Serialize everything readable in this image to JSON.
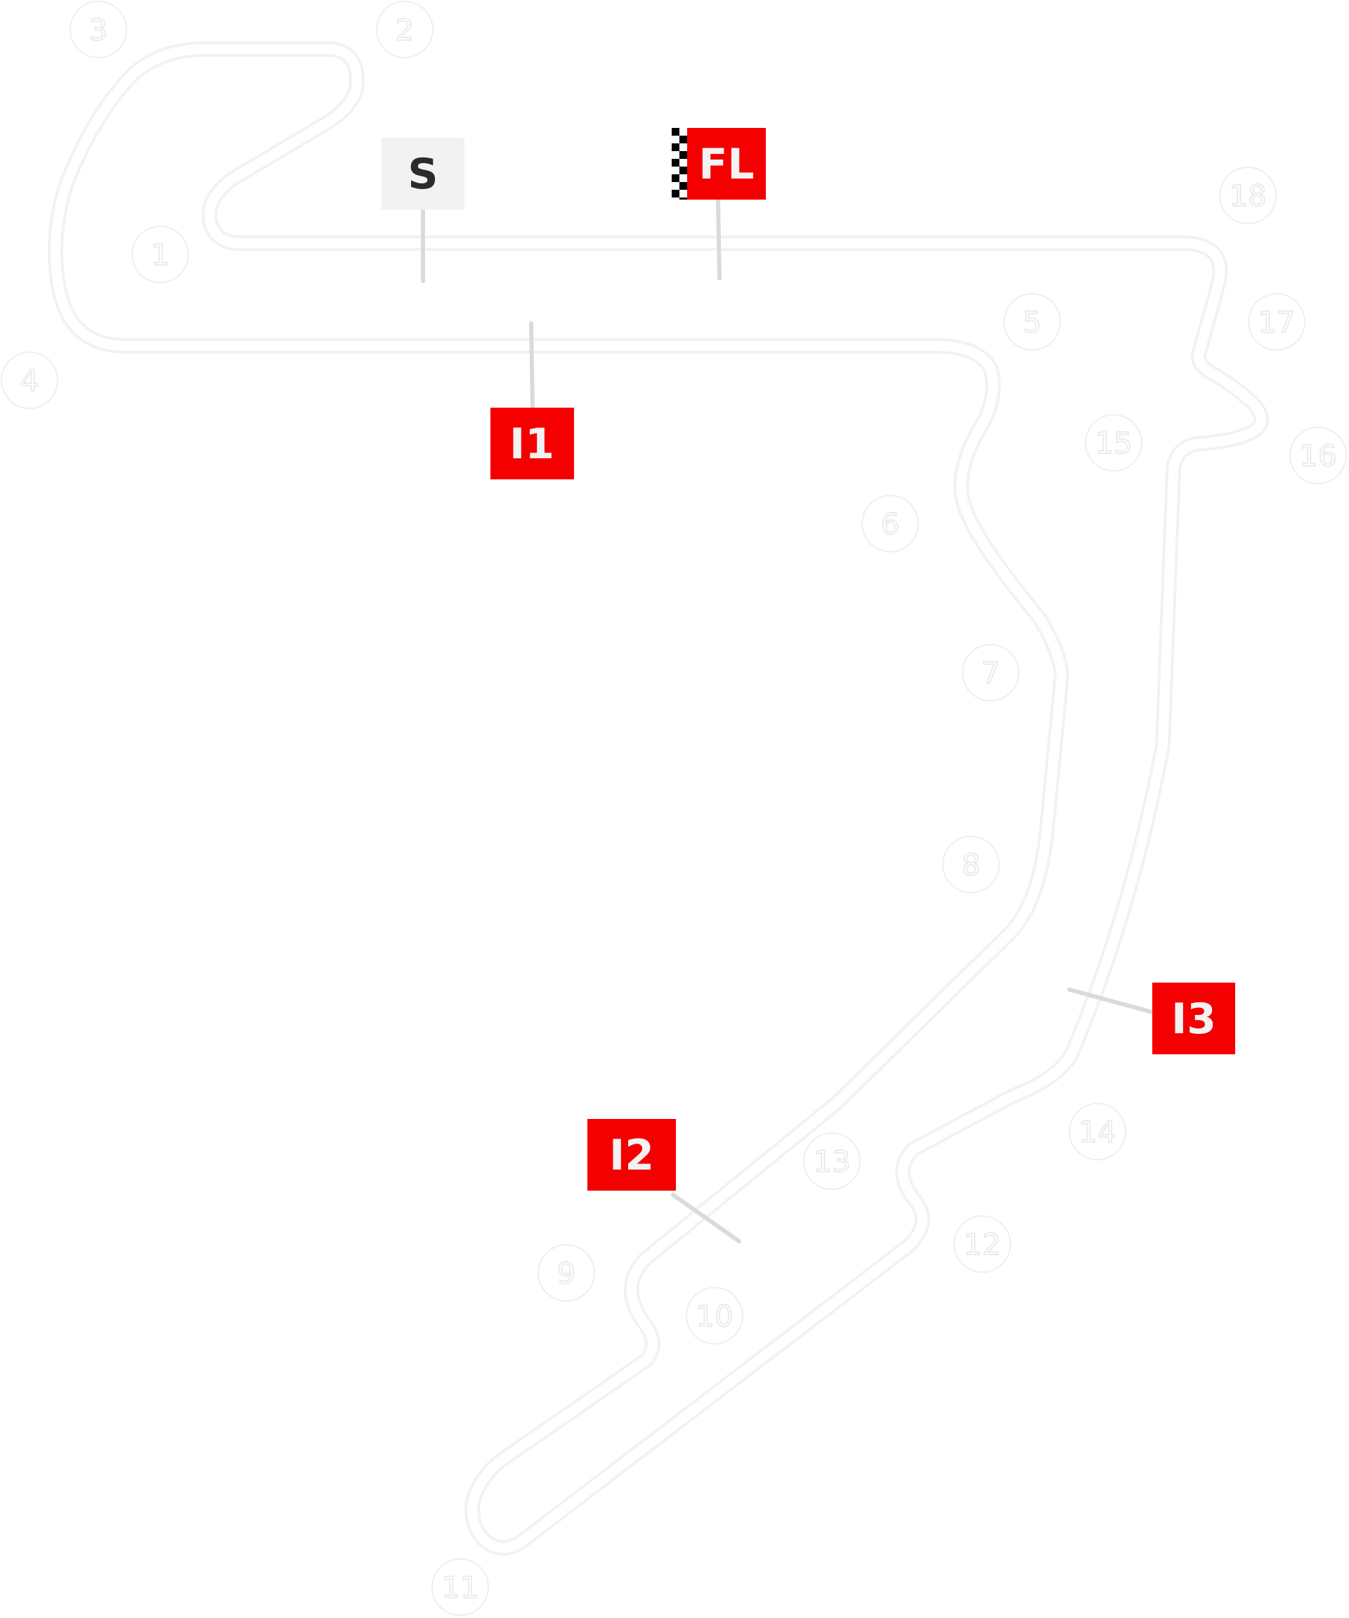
{
  "colors": {
    "background": "#ffffff",
    "track": "#f4f4f4",
    "track_edge": "#ececec",
    "turn_circle": "#efefef",
    "turn_number": "#e6e6e6",
    "marker_red": "#f50000",
    "marker_grey": "#f2f2f2",
    "marker_dark_text": "#2b2b2b",
    "marker_light_text": "#f2f2f2",
    "pole": "#dadada"
  },
  "markers": {
    "start": {
      "label": "S"
    },
    "fastest_lap": {
      "label": "FL",
      "icon": "checkered-flag-icon"
    },
    "intermediate_1": {
      "label": "I1"
    },
    "intermediate_2": {
      "label": "I2"
    },
    "intermediate_3": {
      "label": "I3"
    }
  },
  "turns": [
    "1",
    "2",
    "3",
    "4",
    "5",
    "6",
    "7",
    "8",
    "9",
    "10",
    "11",
    "12",
    "13",
    "14",
    "15",
    "16",
    "17",
    "18"
  ]
}
